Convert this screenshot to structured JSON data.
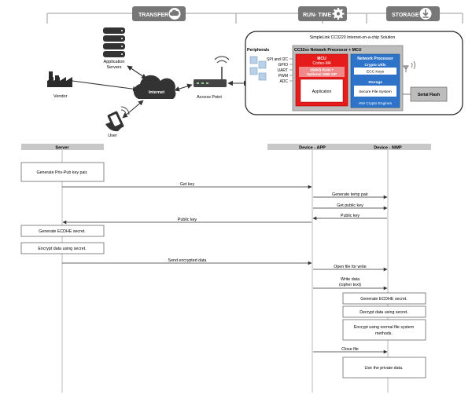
{
  "phases": {
    "transfer": "TRANSFER",
    "runtime": "RUN- TIME",
    "storage": "STORAGE"
  },
  "network": {
    "vendor": "Vendor",
    "app_servers": "Application\nServers",
    "internet": "Internet",
    "access_point": "Access Point",
    "user": "User"
  },
  "chip": {
    "title": "SimpleLink CC3220 Internet-on-a-chip Solution",
    "peripherals_title": "Peripherals",
    "peripherals": [
      "SPI and I2C",
      "GPIO",
      "UART",
      "PWM",
      "ADC"
    ],
    "cc32xx": "CC32xx Network Processor + MCU",
    "mcu_title": "MCU",
    "mcu_core": "Cortex-M4",
    "mcu_mem1": "256KB RAM +",
    "mcu_mem2": "Optional 1MB XIP",
    "application": "Application",
    "np_title": "Network Processor",
    "crypto_utils": "Crypto Utils",
    "ecc_keys": "ECC Keys",
    "storage": "Storage",
    "secure_fs": "Secure File System",
    "hw_crypto": "HW Crypto Engines",
    "serial_flash": "Serial Flash"
  },
  "lifelines": {
    "server": "Server",
    "app": "Device - APP",
    "nwp": "Device - NWP"
  },
  "notes": {
    "gen_keypair": "Generate Priv-Pub key pair.",
    "server_ecdhe": "Generate ECDHE secret.",
    "server_encrypt": "Encrypt data using secret.",
    "nwp_ecdhe": "Generate ECDHE secret.",
    "nwp_decrypt": "Decrypt data using secret.",
    "nwp_encrypt": "Encrypt using normal file system\nmethods.",
    "nwp_use": "Use the private data."
  },
  "messages": {
    "get_key": "Get key",
    "gen_temp": "Generate temp pair",
    "get_public": "Get public key",
    "public_key_nwp": "Public key",
    "public_key_srv": "Public key",
    "send_enc": "Send encrypted data",
    "open_file": "Open file for write",
    "write_data": "Write data\n(cipher text)",
    "close_file": "Close file"
  }
}
